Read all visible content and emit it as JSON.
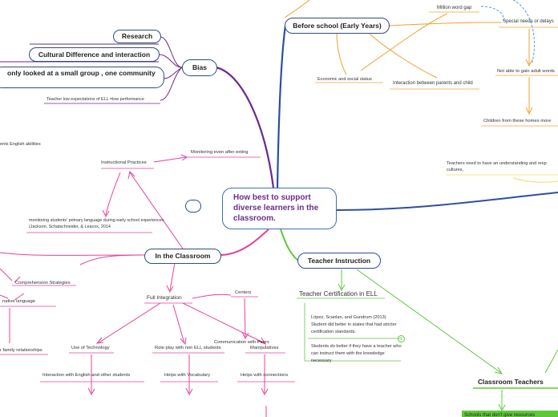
{
  "center": {
    "title": "How best to support diverse learners in the classroom."
  },
  "nodes": {
    "bias": "Bias",
    "research": "Research",
    "cultural": "Cultural Difference and interaction",
    "small_group": "only looked at a small group , one community",
    "teacher_low": "Teacher low expectations of ELL =low performance",
    "before_school": "Before school (Early Years)",
    "million_gap": "Million word gap",
    "special_needs": "Special needs or delays",
    "economic": "Economic and social status",
    "interaction_parents": "Interaction between parents and child",
    "not_able": "Not able to gain adult words",
    "children_homes": "Children from these homes more",
    "teachers_need": "Teachers need to have an understanding and resp",
    "cultures": "cultures,",
    "english_abilities": "ents English abilities",
    "instructional": "Instructional Practices",
    "monitoring_even": "Monitoring  even after exting",
    "monitoring_primary": "monitoring students' primary language during early school experiences (Jackson, Schatschneider, & Leacox, 2014",
    "in_classroom": "In the Classroom",
    "comprehension": "Comprehension Strategies",
    "native_language": "native language",
    "family": "r family relationships",
    "full_integration": "Full Integration",
    "centers": "Centers",
    "communication_peers": "Communication with Peers",
    "use_technology": "Use of Technology",
    "role_play": "Role play with non ELL students",
    "manipulatives": "Manipulatives",
    "interaction_english": "Interaction with English and other students",
    "helps_vocab": "Helps with Vocabulary",
    "helps_connections": "Helps with connections",
    "teacher_instruction": "Teacher Instruction",
    "teacher_cert": "Teacher Certification in ELL",
    "lopez": "López, Scanlan, and Gundrum (2013) Student did better in states that had stricter certification standards.",
    "students_better": "Students do better if they have a teacher who can instruct them with the knowledge necessary",
    "badge": "1",
    "classroom_teachers": "Classroom Teachers",
    "schools_resources": "Schools that don't give resources"
  },
  "colors": {
    "bias_branch": "#6b2a8a",
    "before_branch": "#f0a030",
    "classroom_branch": "#e8409a",
    "teacher_branch": "#5ec83a",
    "center_border": "#3d6fb5"
  }
}
